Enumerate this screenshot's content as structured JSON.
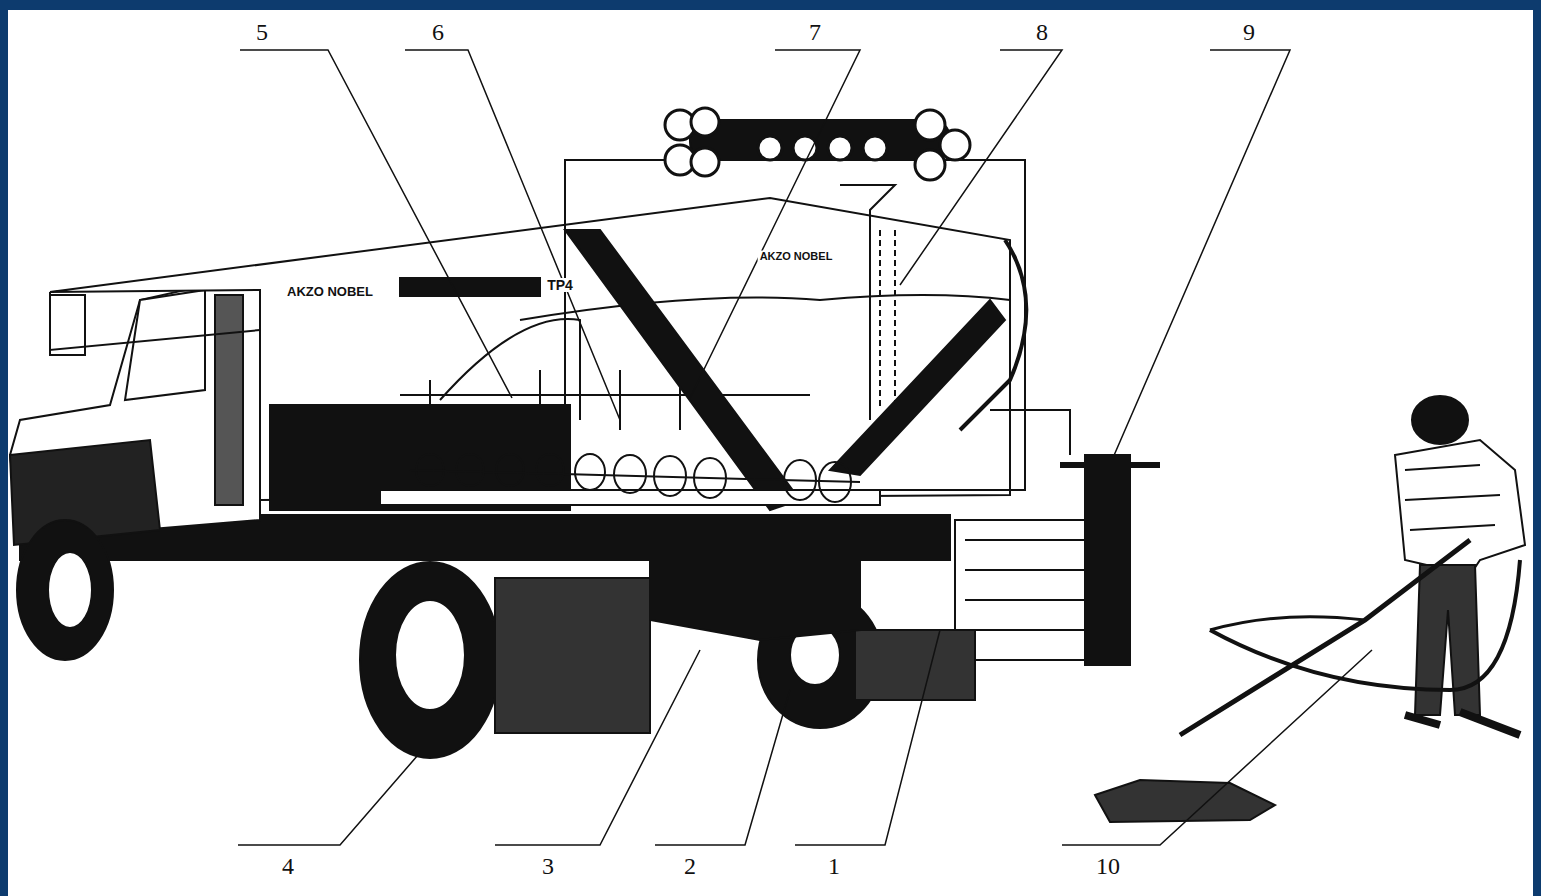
{
  "diagram": {
    "labels": [
      "5",
      "6",
      "7",
      "8",
      "9",
      "4",
      "3",
      "2",
      "1",
      "10",
      "AKZO NOBEL",
      "TP4",
      "AKZO NOBEL"
    ]
  }
}
